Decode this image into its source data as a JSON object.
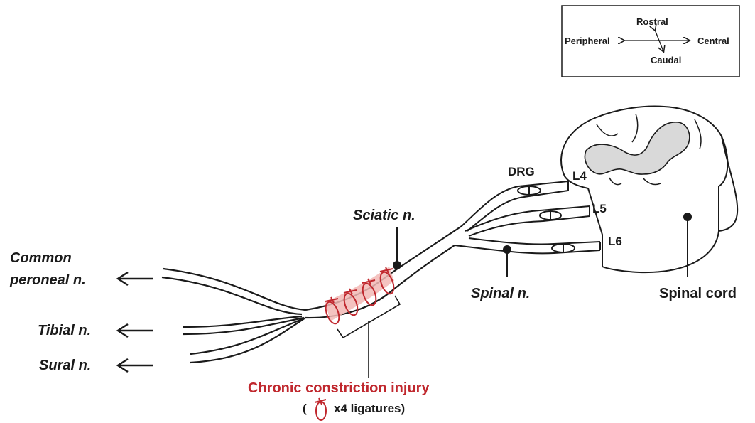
{
  "compass": {
    "rostral": "Rostral",
    "caudal": "Caudal",
    "peripheral": "Peripheral",
    "central": "Central"
  },
  "labels": {
    "common_peroneal_line1": "Common",
    "common_peroneal_line2": "peroneal n.",
    "tibial": "Tibial n.",
    "sural": "Sural n.",
    "sciatic": "Sciatic n.",
    "spinal_nerve": "Spinal n.",
    "spinal_cord": "Spinal cord",
    "drg": "DRG",
    "l4": "L4",
    "l5": "L5",
    "l6": "L6",
    "injury": "Chronic constriction injury",
    "ligature_open": "(",
    "ligature_rest": "x4 ligatures)"
  },
  "colors": {
    "ink": "#1a1a1a",
    "injury_red": "#c0282e",
    "highlight": "#f2b9b5",
    "gray_matter": "#d9d9d9"
  }
}
